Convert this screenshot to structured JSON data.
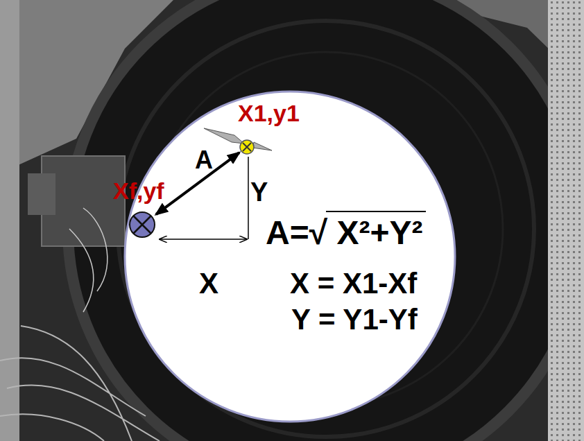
{
  "diagram": {
    "nodes": [
      {
        "text": [
          "A=√ X²+Y²",
          "X = X1-Xf",
          "Y = Y1-Yf"
        ]
      },
      {
        "text": [
          "X1,y1"
        ],
        "in": 0
      },
      {
        "text": [
          "Xf,yf"
        ],
        "in": 0
      }
    ],
    "edges": [
      {
        "from": 2,
        "to": 1,
        "arrow": "both",
        "label": "A"
      }
    ],
    "labels": [
      "Y",
      "X"
    ]
  }
}
